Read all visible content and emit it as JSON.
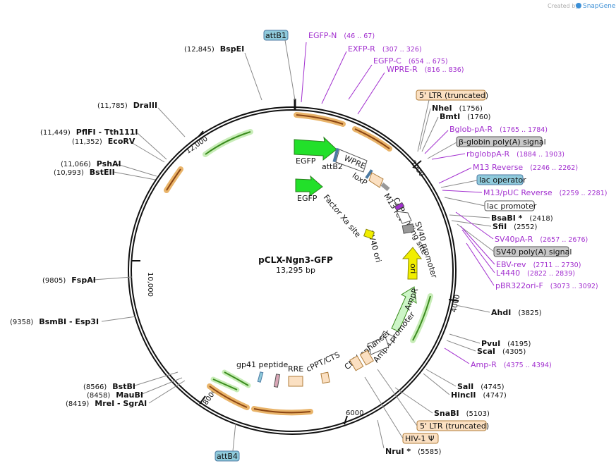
{
  "credit": {
    "created_by": "Created by",
    "brand": "SnapGene"
  },
  "plasmid": {
    "name": "pCLX-Ngn3-GFP",
    "size": "13,295 bp"
  },
  "ticks": [
    "2000",
    "4000",
    "6000",
    "8000",
    "10,000",
    "12,000"
  ],
  "left_sites": [
    {
      "pos": "(12,845)",
      "name": "BspEI"
    },
    {
      "pos": "(11,785)",
      "name": "DraIII"
    },
    {
      "pos": "(11,449)",
      "name": "PflFI - Tth111I"
    },
    {
      "pos": "(11,352)",
      "name": "EcoRV"
    },
    {
      "pos": "(11,066)",
      "name": "PshAI"
    },
    {
      "pos": "(10,993)",
      "name": "BstEII"
    },
    {
      "pos": "(9805)",
      "name": "FspAI"
    },
    {
      "pos": "(9358)",
      "name": "BsmBI - Esp3I"
    },
    {
      "pos": "(8566)",
      "name": "BstBI"
    },
    {
      "pos": "(8458)",
      "name": "MauBI"
    },
    {
      "pos": "(8419)",
      "name": "MreI - SgrAI"
    }
  ],
  "right_sites": [
    {
      "name": "NheI",
      "pos": "(1756)"
    },
    {
      "name": "BmtI",
      "pos": "(1760)"
    },
    {
      "name": "BsaBI *",
      "pos": "(2418)"
    },
    {
      "name": "SfiI",
      "pos": "(2552)"
    },
    {
      "name": "AhdI",
      "pos": "(3825)"
    },
    {
      "name": "PvuI",
      "pos": "(4195)"
    },
    {
      "name": "ScaI",
      "pos": "(4305)"
    },
    {
      "name": "SalI",
      "pos": "(4745)"
    },
    {
      "name": "HincII",
      "pos": "(4747)"
    },
    {
      "name": "SnaBI",
      "pos": "(5103)"
    },
    {
      "name": "NruI *",
      "pos": "(5585)"
    }
  ],
  "primers": [
    {
      "name": "EGFP-N",
      "pos": "(46 .. 67)"
    },
    {
      "name": "EXFP-R",
      "pos": "(307 .. 326)"
    },
    {
      "name": "EGFP-C",
      "pos": "(654 .. 675)"
    },
    {
      "name": "WPRE-R",
      "pos": "(816 .. 836)"
    },
    {
      "name": "Bglob-pA-R",
      "pos": "(1765 .. 1784)"
    },
    {
      "name": "rbglobpA-R",
      "pos": "(1884 .. 1903)"
    },
    {
      "name": "M13 Reverse",
      "pos": "(2246 .. 2262)"
    },
    {
      "name": "M13/pUC Reverse",
      "pos": "(2259 .. 2281)"
    },
    {
      "name": "SV40pA-R",
      "pos": "(2657 .. 2676)"
    },
    {
      "name": "EBV-rev",
      "pos": "(2711 .. 2730)"
    },
    {
      "name": "L4440",
      "pos": "(2822 .. 2839)"
    },
    {
      "name": "pBR322ori-F",
      "pos": "(3073 .. 3092)"
    },
    {
      "name": "Amp-R",
      "pos": "(4375 .. 4394)"
    }
  ],
  "boxes": {
    "attB1": "attB1",
    "attB4": "attB4",
    "ltr_top": "5' LTR (truncated)",
    "bglobin": "β-globin poly(A) signal",
    "lac_operator": "lac operator",
    "lac_promoter": "lac promoter",
    "sv40_polya": "SV40 poly(A) signal",
    "ltr_bottom": "5' LTR (truncated)",
    "hiv": "HIV-1 Ψ"
  },
  "features": {
    "egfp1": "EGFP",
    "attb2": "attB2",
    "wpre": "WPRE",
    "loxp": "loxP",
    "egfp2": "EGFP",
    "factor_xa": "Factor Xa site",
    "m13rev": "M13 rev",
    "cap": "CAP binding site",
    "sv40promoter": "SV40 promoter",
    "sv40ori": "SV40 ori",
    "ori": "ori",
    "ampr": "AmpR",
    "ampr_promoter": "AmpR promoter",
    "cmv": "CMV enhancer",
    "cppt": "cPPT/CTS",
    "rre": "RRE",
    "gp41": "gp41 peptide"
  },
  "colors": {
    "backbone": "#111111",
    "primer": "#a22fcf",
    "egfp": "#22e02a",
    "orange_arrow": "#8b4513",
    "green_arrow": "#3b8c1e",
    "attb_box": "#8fcadb",
    "ltr_box": "#fbe0c2",
    "grey_box": "#c8c8c8",
    "ori_yellow": "#f1ee00",
    "ampr_light": "#cdf5c7"
  }
}
